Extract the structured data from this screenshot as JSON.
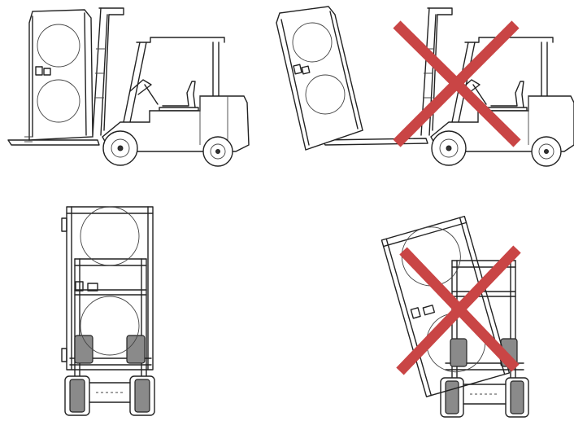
{
  "diagram": {
    "panels": [
      {
        "id": "side-upright",
        "view": "side",
        "cabinet_tilt": "upright",
        "allowed": true
      },
      {
        "id": "side-tilted",
        "view": "side",
        "cabinet_tilt": "tilted",
        "allowed": false
      },
      {
        "id": "front-upright",
        "view": "front",
        "cabinet_tilt": "upright",
        "allowed": true
      },
      {
        "id": "front-tilted",
        "view": "front",
        "cabinet_tilt": "tilted",
        "allowed": false
      }
    ],
    "prohibited_mark": {
      "icon": "x-mark-icon",
      "color": "#c94545"
    },
    "line_color": "#222222"
  }
}
